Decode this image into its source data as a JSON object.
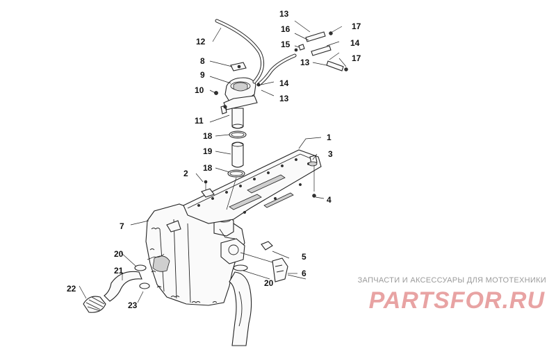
{
  "callouts": [
    "1",
    "2",
    "3",
    "4",
    "5",
    "6",
    "7",
    "8",
    "9",
    "10",
    "11",
    "12",
    "13",
    "13",
    "13",
    "14",
    "14",
    "15",
    "16",
    "17",
    "17",
    "18",
    "18",
    "19",
    "20",
    "20",
    "21",
    "22",
    "23"
  ],
  "watermark": {
    "tagline": "ЗАПЧАСТИ И АКСЕССУАРЫ ДЛЯ МОТОТЕХНИКИ",
    "logo_text": "PARTSFOR.RU",
    "logo_color": "#e8a3a3"
  }
}
